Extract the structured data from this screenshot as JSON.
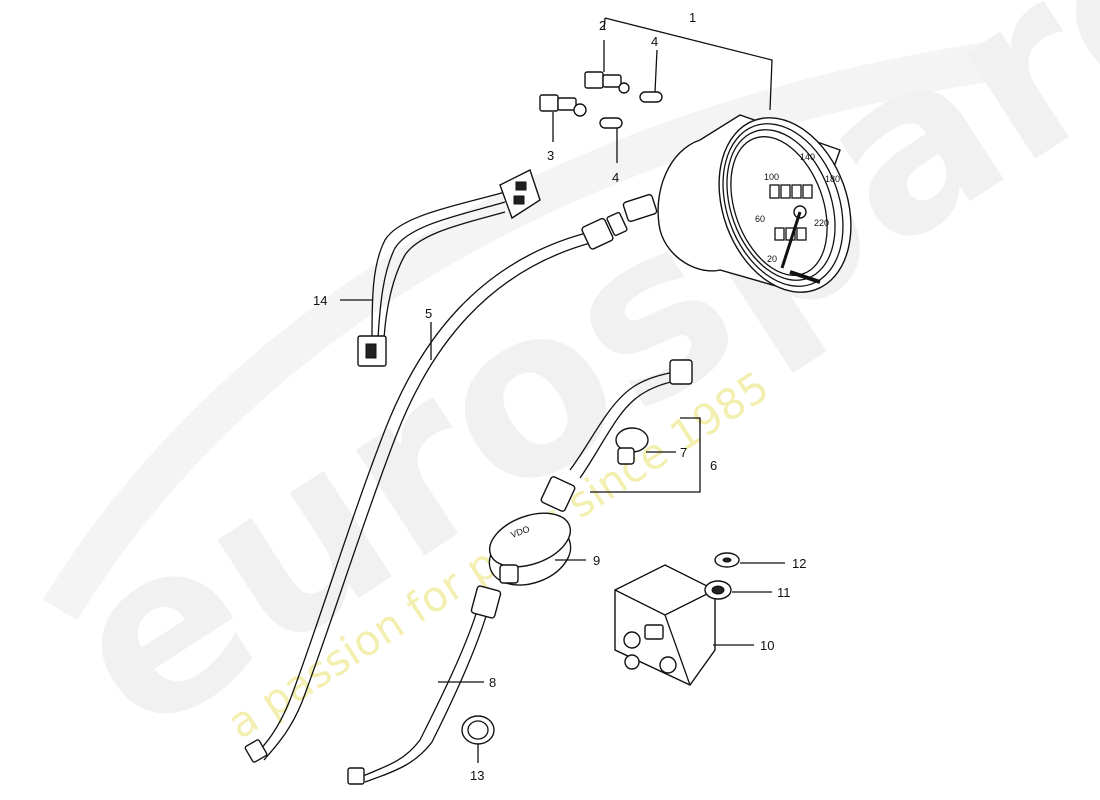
{
  "watermark": {
    "brand": "eurospares",
    "tagline": "a passion for parts since 1985"
  },
  "gauge": {
    "scale": [
      "20",
      "60",
      "100",
      "140",
      "180",
      "220"
    ],
    "vdo_text": "VDO"
  },
  "callouts": [
    "1",
    "2",
    "3",
    "4",
    "4",
    "5",
    "6",
    "7",
    "8",
    "9",
    "10",
    "11",
    "12",
    "13",
    "14"
  ]
}
